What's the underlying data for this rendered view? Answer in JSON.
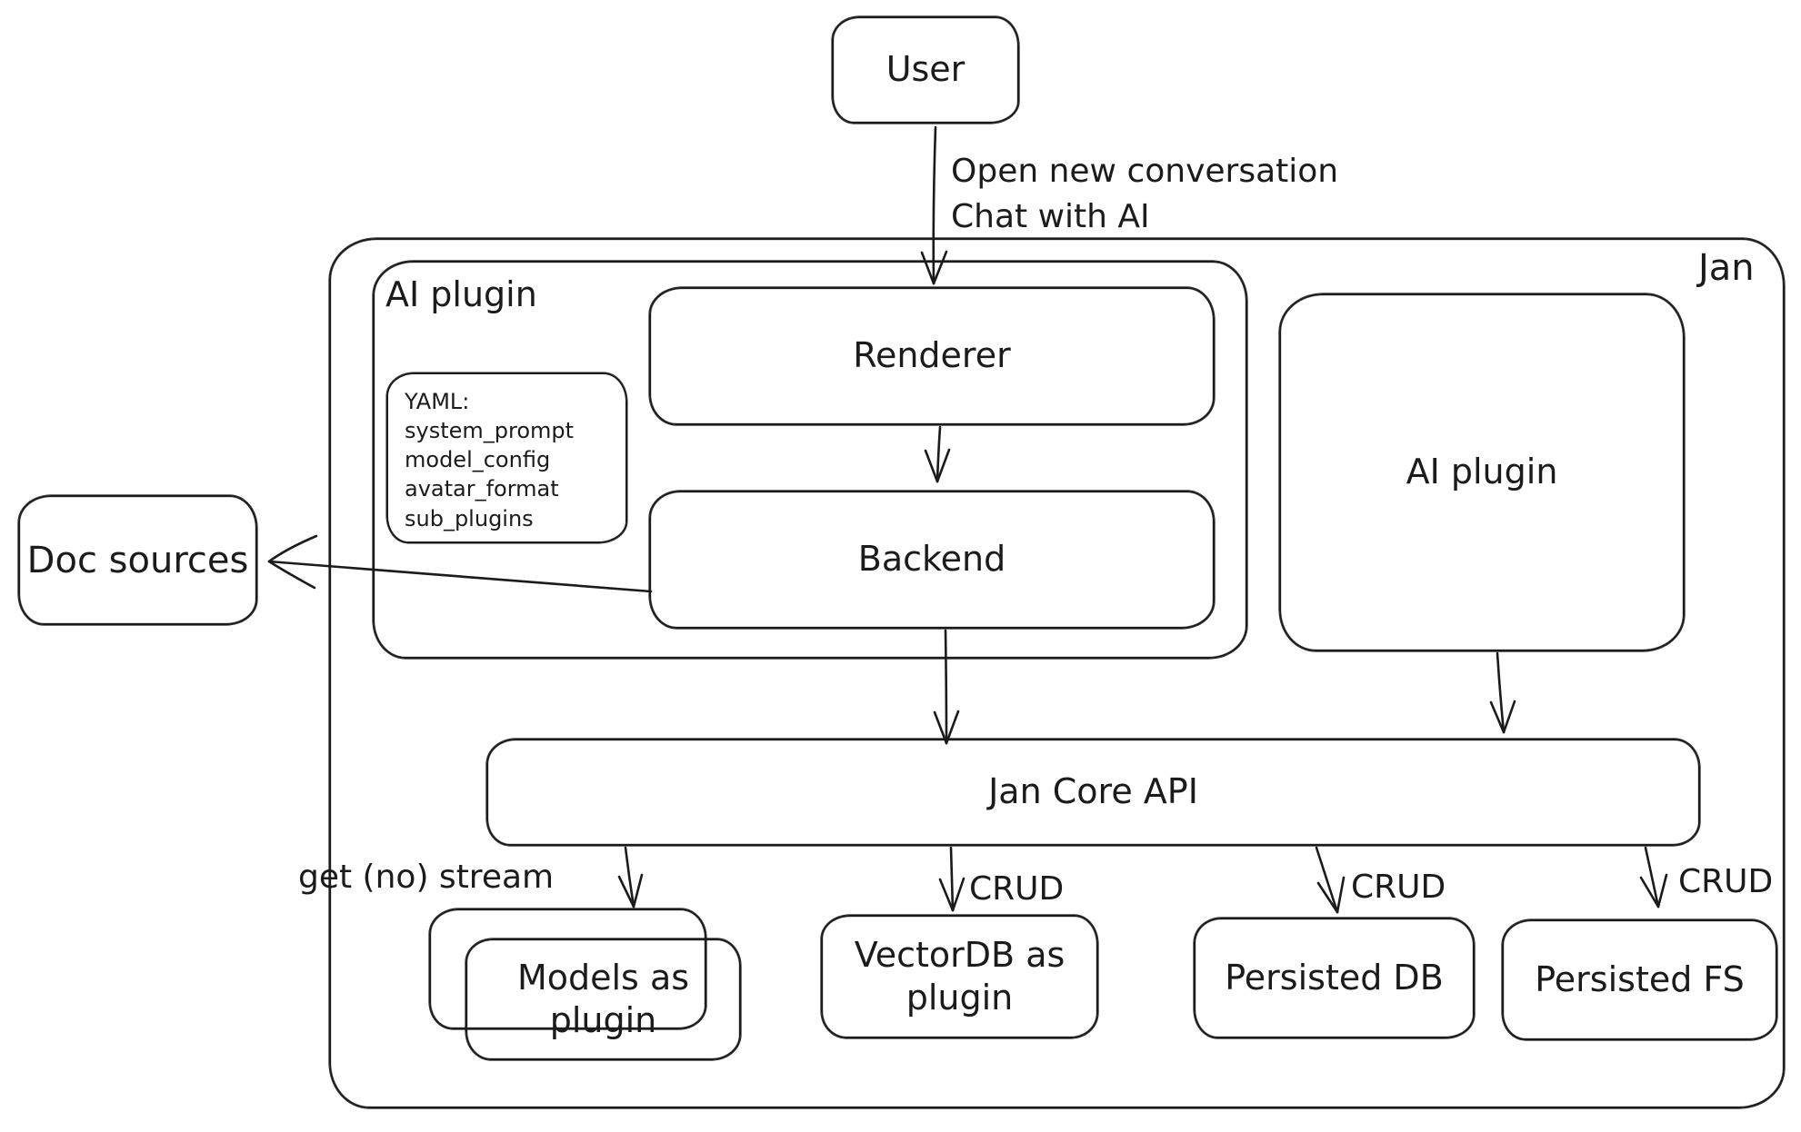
{
  "colors": {
    "ink": "#1b1b1b",
    "background": "#ffffff"
  },
  "diagram": {
    "nodes": {
      "user": {
        "label": "User"
      },
      "jan_container": {
        "label": "Jan"
      },
      "ai_plugin_container": {
        "label": "AI plugin"
      },
      "renderer": {
        "label": "Renderer"
      },
      "yaml_note": {
        "lines": [
          "YAML:",
          "system_prompt",
          "model_config",
          "avatar_format",
          "sub_plugins"
        ]
      },
      "backend": {
        "label": "Backend"
      },
      "ai_plugin_right": {
        "label": "AI plugin"
      },
      "jan_core_api": {
        "label": "Jan Core API"
      },
      "models_plugin": {
        "label": "Models as plugin"
      },
      "vectordb_plugin": {
        "label": "VectorDB as plugin"
      },
      "persisted_db": {
        "label": "Persisted DB"
      },
      "persisted_fs": {
        "label": "Persisted FS"
      },
      "doc_sources": {
        "label": "Doc sources"
      }
    },
    "edges": {
      "user_to_renderer": {
        "labels": [
          "Open new conversation",
          "Chat with AI"
        ]
      },
      "jan_core_to_models": {
        "label": "get (no) stream"
      },
      "jan_core_to_vectordb": {
        "label": "CRUD"
      },
      "jan_core_to_persisted_db": {
        "label": "CRUD"
      },
      "jan_core_to_persisted_fs": {
        "label": "CRUD"
      }
    }
  }
}
